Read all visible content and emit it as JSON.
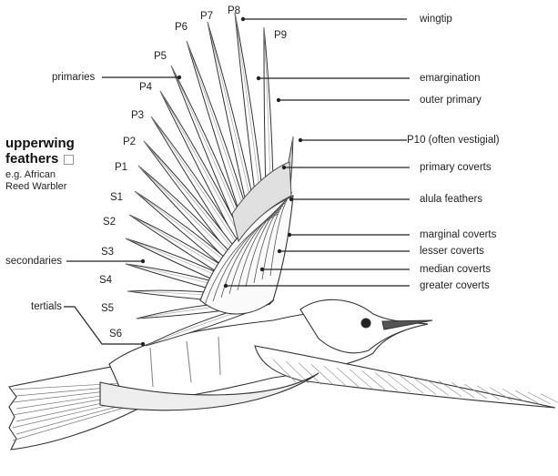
{
  "title": {
    "line1": "upperwing",
    "line2": "feathers",
    "example_line1": "e.g. African",
    "example_line2": "Reed Warbler"
  },
  "primary_labels": [
    "P1",
    "P2",
    "P3",
    "P4",
    "P5",
    "P6",
    "P7",
    "P8",
    "P9"
  ],
  "secondary_labels": [
    "S1",
    "S2",
    "S3",
    "S4",
    "S5",
    "S6"
  ],
  "left_callouts": {
    "primaries": "primaries",
    "secondaries": "secondaries",
    "tertials": "tertials"
  },
  "right_callouts": [
    "wingtip",
    "emargination",
    "outer primary",
    "P10 (often vestigial)",
    "primary coverts",
    "alula feathers",
    "marginal coverts",
    "lesser coverts",
    "median coverts",
    "greater coverts"
  ],
  "colors": {
    "ink": "#222222",
    "bird_fill": "#ffffff",
    "shade": "#d8d8d8"
  }
}
